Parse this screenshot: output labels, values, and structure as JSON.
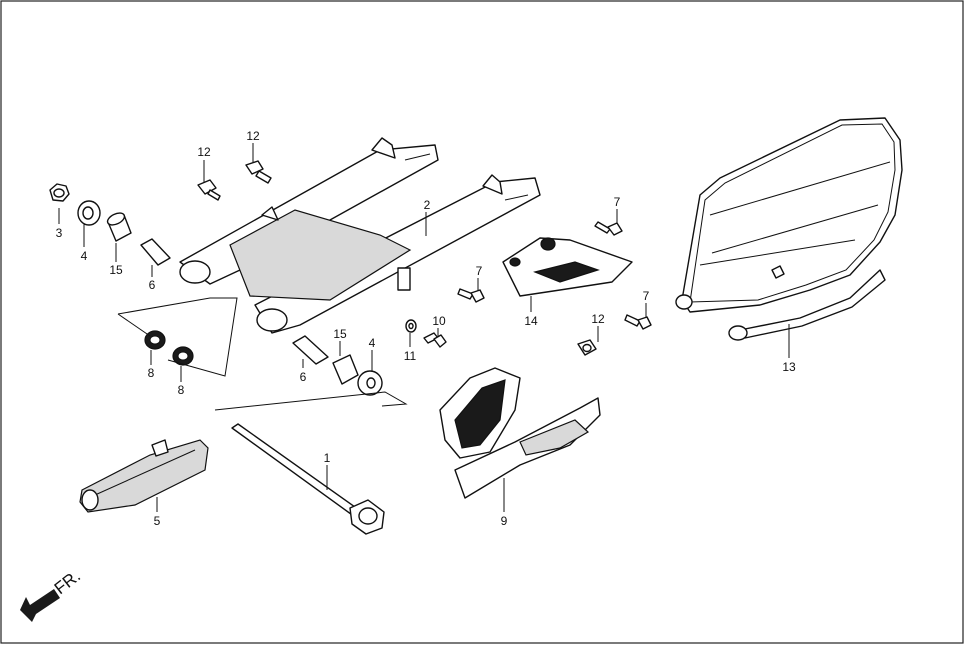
{
  "callouts": [
    {
      "id": "c3",
      "label": "3"
    },
    {
      "id": "c4a",
      "label": "4"
    },
    {
      "id": "c15a",
      "label": "15"
    },
    {
      "id": "c6a",
      "label": "6"
    },
    {
      "id": "c12a",
      "label": "12"
    },
    {
      "id": "c12b",
      "label": "12"
    },
    {
      "id": "c2",
      "label": "2"
    },
    {
      "id": "c8a",
      "label": "8"
    },
    {
      "id": "c8b",
      "label": "8"
    },
    {
      "id": "c15b",
      "label": "15"
    },
    {
      "id": "c6b",
      "label": "6"
    },
    {
      "id": "c4b",
      "label": "4"
    },
    {
      "id": "c7a",
      "label": "7"
    },
    {
      "id": "c7b",
      "label": "7"
    },
    {
      "id": "c7c",
      "label": "7"
    },
    {
      "id": "c14",
      "label": "14"
    },
    {
      "id": "c10",
      "label": "10"
    },
    {
      "id": "c11",
      "label": "11"
    },
    {
      "id": "c12c",
      "label": "12"
    },
    {
      "id": "c13",
      "label": "13"
    },
    {
      "id": "c1",
      "label": "1"
    },
    {
      "id": "c5",
      "label": "5"
    },
    {
      "id": "c9",
      "label": "9"
    }
  ],
  "direction_label": "FR."
}
